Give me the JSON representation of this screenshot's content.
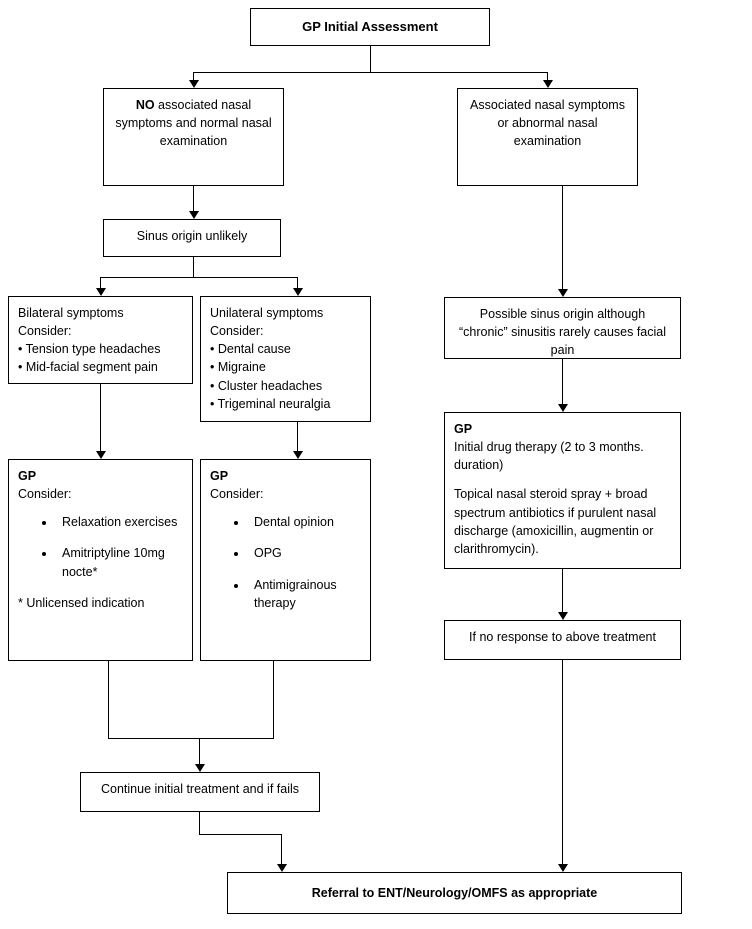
{
  "diagram": {
    "title": "GP Initial Assessment",
    "nodes": {
      "start": {
        "label": "GP Initial Assessment"
      },
      "no_nasal": {
        "lead": "NO",
        "rest": " associated nasal symptoms and normal nasal examination"
      },
      "assoc_nasal": {
        "label": "Associated nasal symptoms or abnormal nasal examination"
      },
      "sinus_unlikely": {
        "label": "Sinus origin unlikely"
      },
      "bilateral": {
        "heading": "Bilateral symptoms",
        "subheading": "Consider:",
        "items": [
          "• Tension type headaches",
          "• Mid-facial segment pain"
        ]
      },
      "unilateral": {
        "heading": "Unilateral symptoms",
        "subheading": "Consider:",
        "items": [
          "• Dental cause",
          "• Migraine",
          "• Cluster headaches",
          "• Trigeminal neuralgia"
        ]
      },
      "gp_left": {
        "heading": "GP",
        "subheading": "Consider:",
        "items": [
          "Relaxation exercises",
          "Amitriptyline 10mg nocte*"
        ],
        "footnote": "* Unlicensed  indication"
      },
      "gp_right": {
        "heading": "GP",
        "subheading": "Consider:",
        "items": [
          "Dental opinion",
          "OPG",
          "Antimigrainous therapy"
        ]
      },
      "possible_sinus": {
        "label": "Possible sinus origin although “chronic” sinusitis rarely causes facial pain"
      },
      "gp_drug": {
        "heading": "GP",
        "para1": "Initial drug therapy (2 to 3 months. duration)",
        "para2": "Topical nasal steroid spray + broad spectrum antibiotics if purulent nasal discharge (amoxicillin, augmentin or clarithromycin)."
      },
      "no_response": {
        "label": "If no response to above treatment"
      },
      "continue_initial": {
        "label": "Continue initial treatment and if fails"
      },
      "referral": {
        "label": "Referral to ENT/Neurology/OMFS as appropriate"
      }
    },
    "colors": {
      "line": "#000000",
      "border": "#000000",
      "background": "#ffffff",
      "text": "#000000"
    }
  }
}
